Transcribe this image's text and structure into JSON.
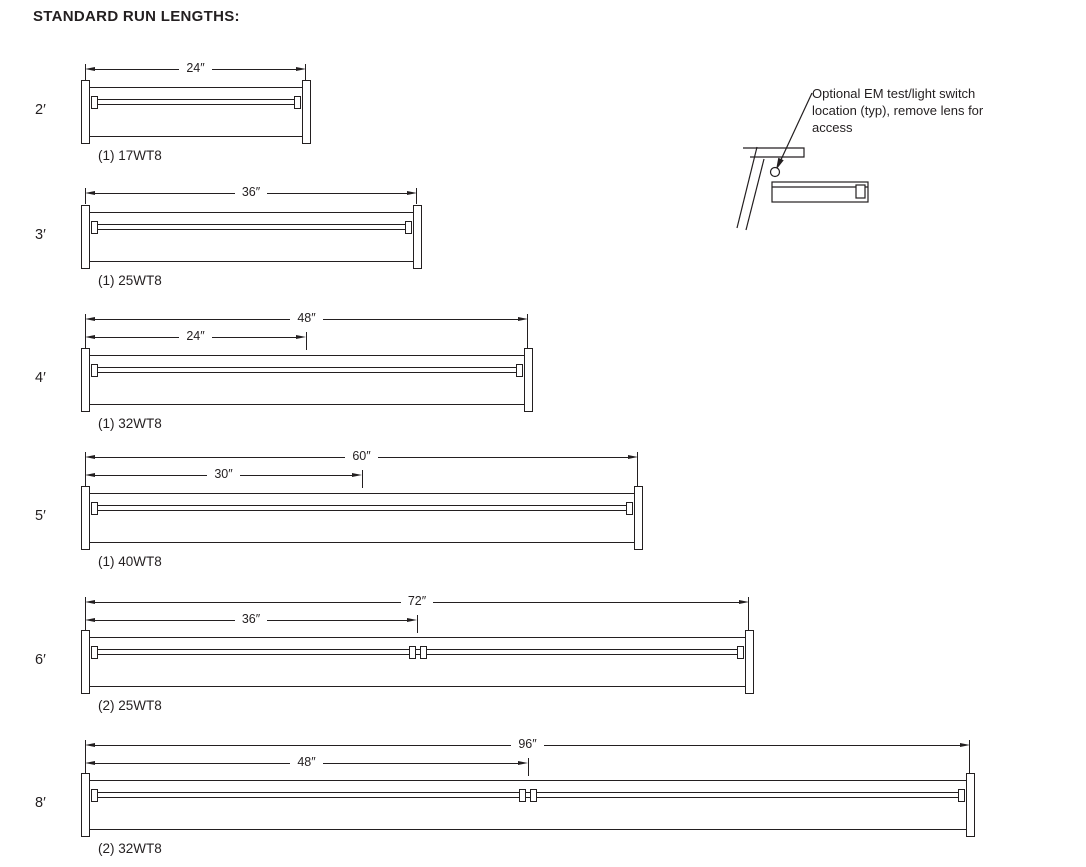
{
  "title": "STANDARD RUN LENGTHS:",
  "callout": {
    "text": "Optional EM test/light switch location (typ), remove lens for access"
  },
  "fixtures": [
    {
      "run_label": "2′",
      "total_dim": "24″",
      "caption": "(1) 17WT8"
    },
    {
      "run_label": "3′",
      "total_dim": "36″",
      "caption": "(1) 25WT8"
    },
    {
      "run_label": "4′",
      "total_dim": "48″",
      "partial_dim": "24″",
      "caption": "(1) 32WT8"
    },
    {
      "run_label": "5′",
      "total_dim": "60″",
      "partial_dim": "30″",
      "caption": "(1) 40WT8"
    },
    {
      "run_label": "6′",
      "total_dim": "72″",
      "partial_dim": "36″",
      "caption": "(2) 25WT8"
    },
    {
      "run_label": "8′",
      "total_dim": "96″",
      "partial_dim": "48″",
      "caption": "(2) 32WT8"
    }
  ]
}
